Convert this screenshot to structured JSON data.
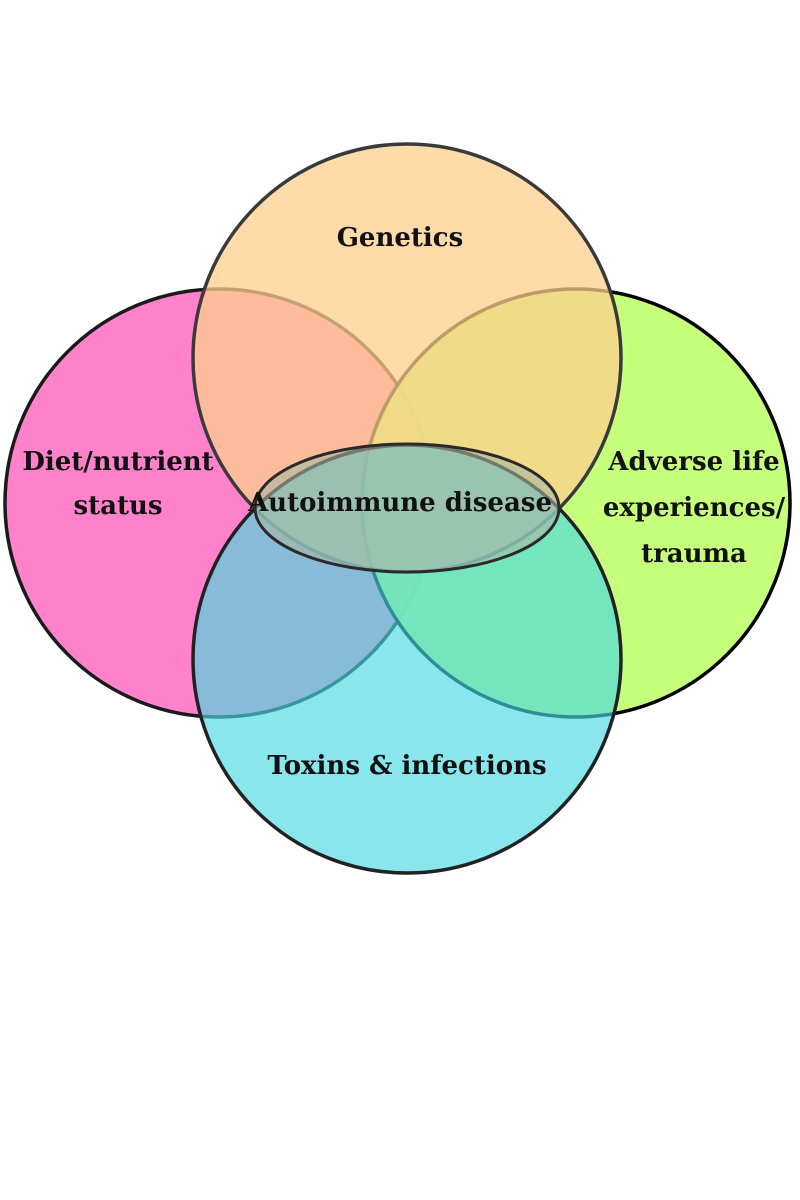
{
  "diagram": {
    "title": "",
    "circles": [
      {
        "id": "diet",
        "label_lines": [
          "Diet/nutrient",
          "status"
        ],
        "fill": "#FF7BC8",
        "fill_opacity": 0.95,
        "stroke": "#1a1a1a"
      },
      {
        "id": "adverse",
        "label_lines": [
          "Adverse life",
          "experiences/",
          "trauma"
        ],
        "fill": "#C2FF74",
        "fill_opacity": 0.95,
        "stroke": "#000000"
      },
      {
        "id": "genetics",
        "label_lines": [
          "Genetics"
        ],
        "fill": "#FECF8C",
        "fill_opacity": 0.75,
        "stroke": "#3a3a3a"
      },
      {
        "id": "toxins",
        "label_lines": [
          "Toxins & infections"
        ],
        "fill": "#48D8E2",
        "fill_opacity": 0.65,
        "stroke": "#222222"
      },
      {
        "id": "autoimmune",
        "label_lines": [
          "Autoimmune disease"
        ],
        "fill": "#A9B6A2",
        "fill_opacity": 0.6,
        "stroke": "#2a2a2a"
      }
    ]
  }
}
